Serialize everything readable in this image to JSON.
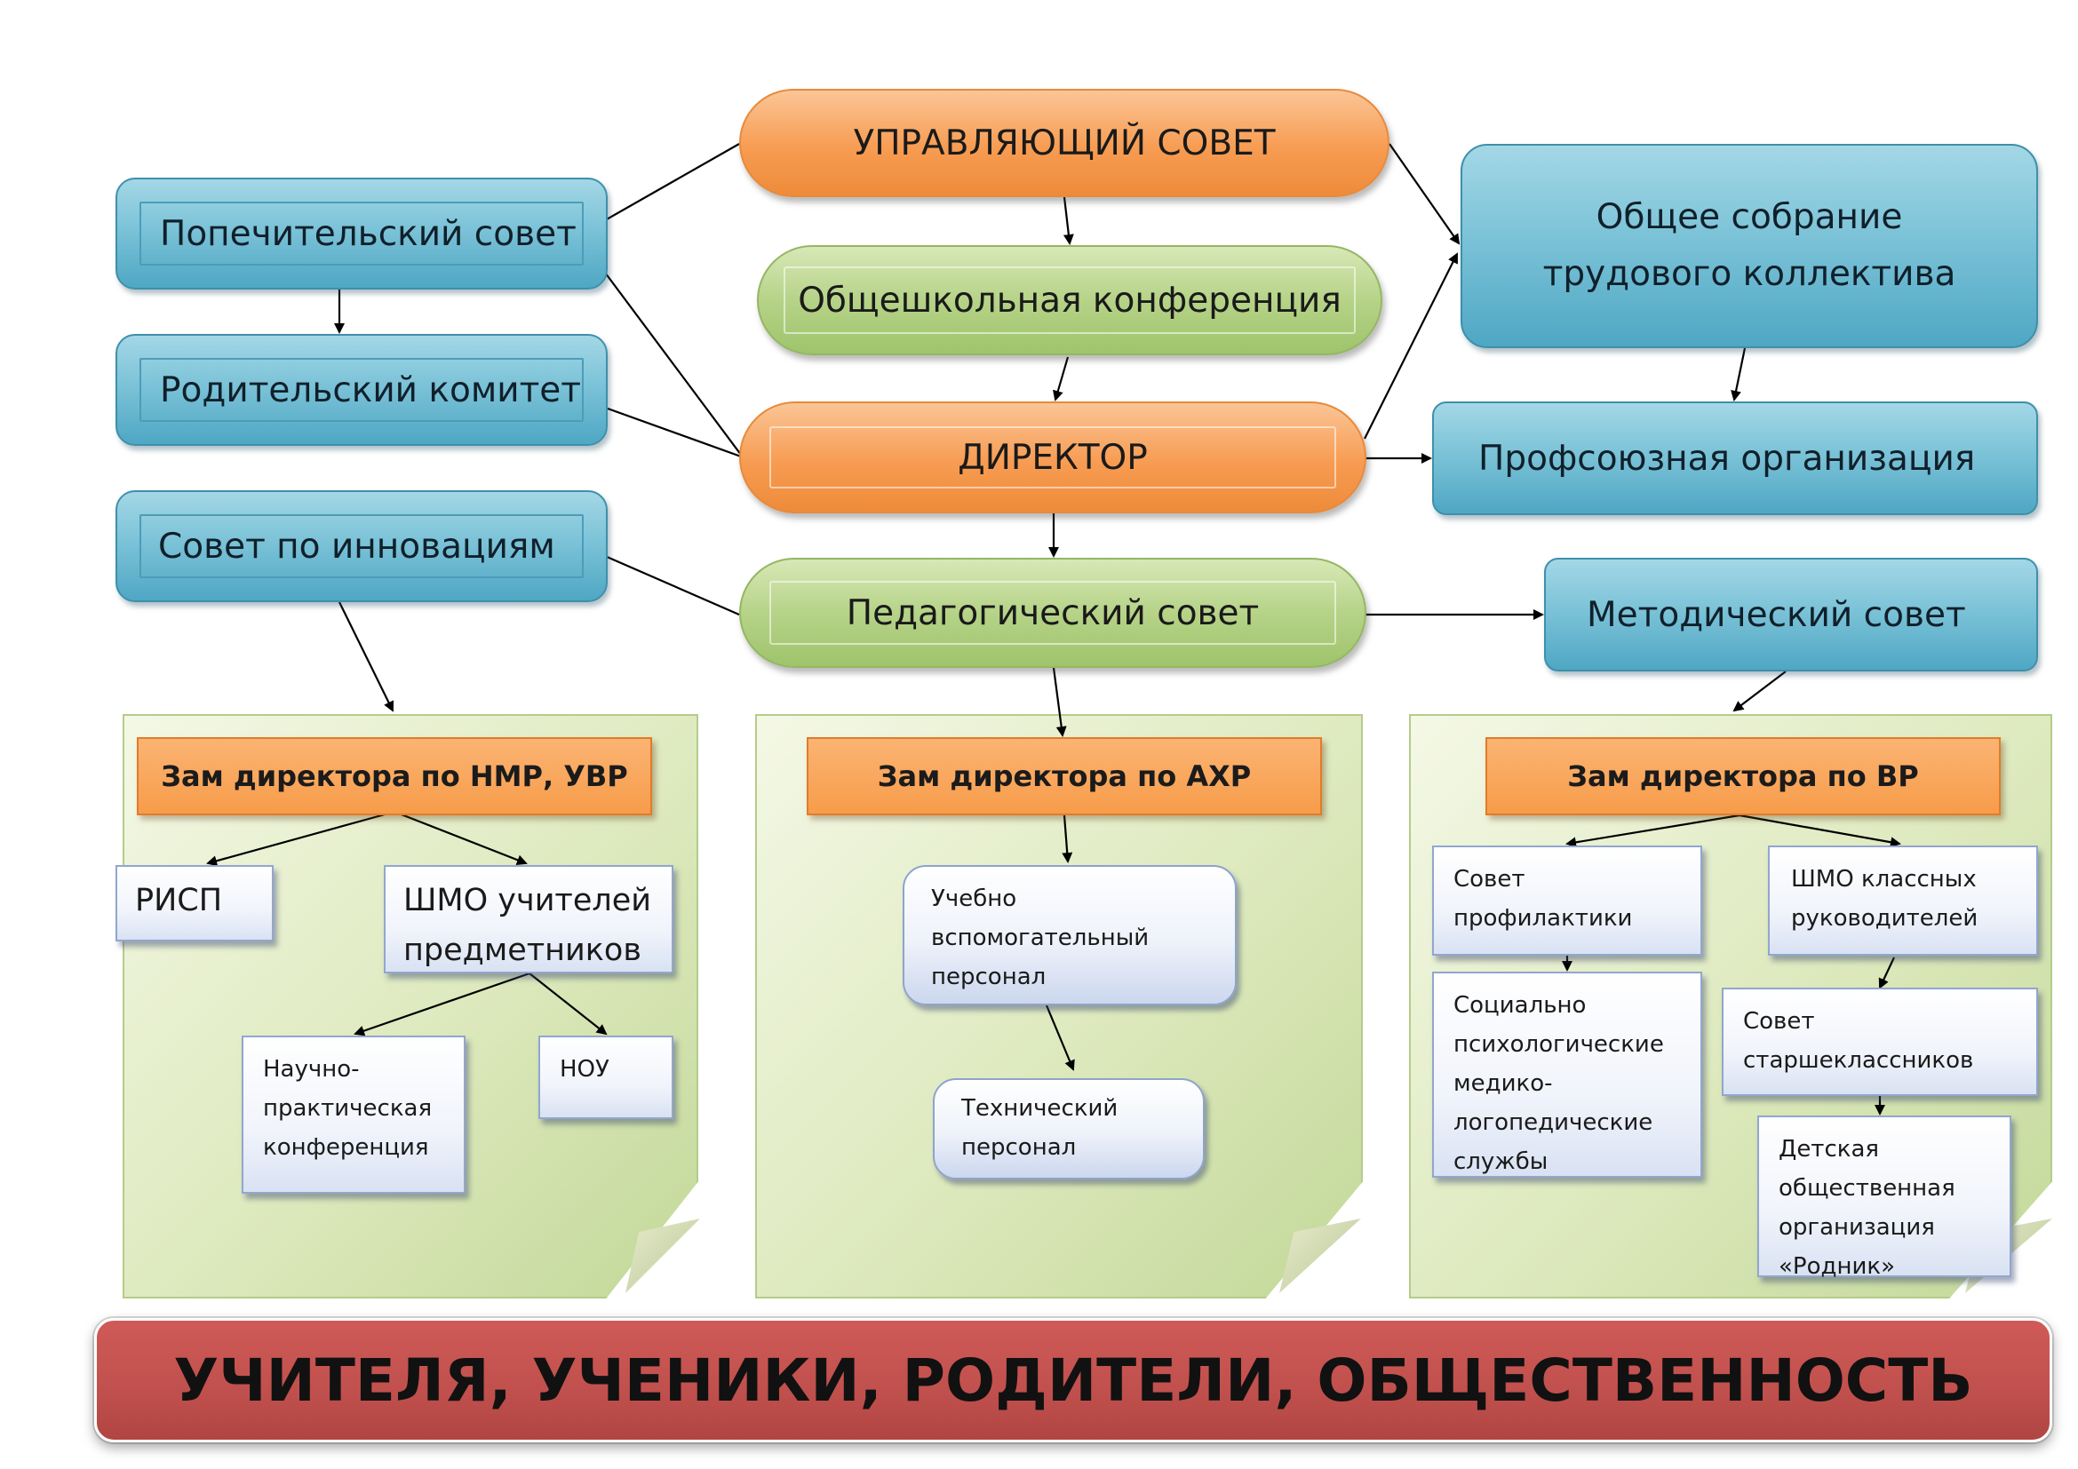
{
  "top": {
    "governing_council": "УПРАВЛЯЮЩИЙ СОВЕТ",
    "school_conference": "Общешкольная конференция",
    "director": "ДИРЕКТОР",
    "pedagogical_council": "Педагогический совет"
  },
  "left": {
    "board_of_trustees": "Попечительский совет",
    "parent_committee": "Родительский комитет",
    "innovation_council": "Совет по инновациям"
  },
  "right": {
    "general_meeting": "Общее собрание трудового коллектива",
    "trade_union": "Профсоюзная организация",
    "methodical_council": "Методический совет"
  },
  "pages": {
    "nmr": {
      "header": "Зам директора по НМР, УВР",
      "risp": "РИСП",
      "shmo": "ШМО учителей предметников",
      "conference": "Научно-практическая конференция",
      "nou": "НОУ"
    },
    "ahr": {
      "header": "Зам директора по АХР",
      "support_staff": "Учебно вспомогательный персонал",
      "tech_staff": "Технический персонал"
    },
    "vr": {
      "header": "Зам директора по ВР",
      "prevention": "Совет профилактики",
      "class_teachers": "ШМО классных руководителей",
      "social_services": "Социально психологические медико-логопедические службы",
      "senior_council": "Совет старшеклассников",
      "rodnik": "Детская общественная организация «Родник»"
    }
  },
  "bottom_banner": "УЧИТЕЛЯ, УЧЕНИКИ, РОДИТЕЛИ, ОБЩЕСТВЕННОСТЬ"
}
